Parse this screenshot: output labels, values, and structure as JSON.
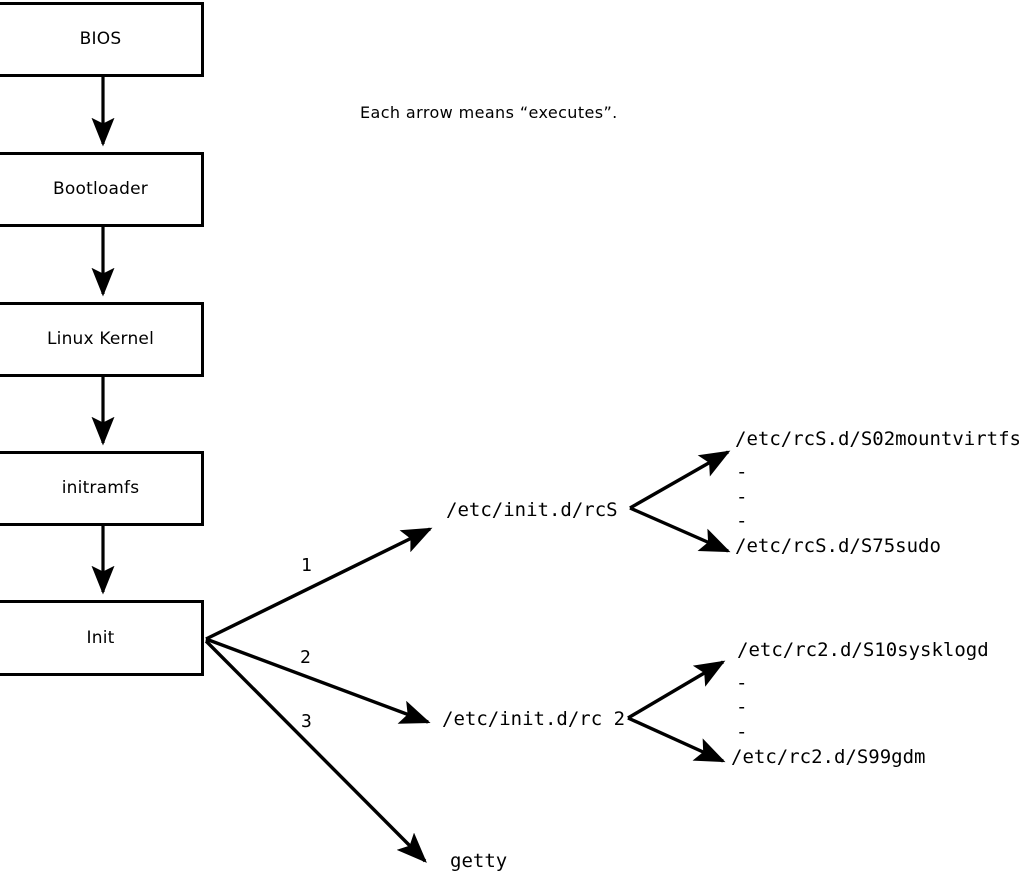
{
  "diagram": {
    "note": "Each arrow means “executes”.",
    "boot_chain": [
      {
        "label": "BIOS"
      },
      {
        "label": "Bootloader"
      },
      {
        "label": "Linux Kernel"
      },
      {
        "label": "initramfs"
      },
      {
        "label": "Init"
      }
    ],
    "init_branches": [
      {
        "number": "1",
        "label": "/etc/init.d/rcS"
      },
      {
        "number": "2",
        "label": "/etc/init.d/rc 2"
      },
      {
        "number": "3",
        "label": "getty"
      }
    ],
    "rcs_scripts": {
      "first": "/etc/rcS.d/S02mountvirtfs",
      "ellipsis": [
        "-",
        "-",
        "-"
      ],
      "last": "/etc/rcS.d/S75sudo"
    },
    "rc2_scripts": {
      "first": "/etc/rc2.d/S10sysklogd",
      "ellipsis": [
        "-",
        "-",
        "-"
      ],
      "last": "/etc/rc2.d/S99gdm"
    },
    "colors": {
      "stroke": "#000000",
      "background": "#ffffff",
      "text": "#000000"
    }
  }
}
